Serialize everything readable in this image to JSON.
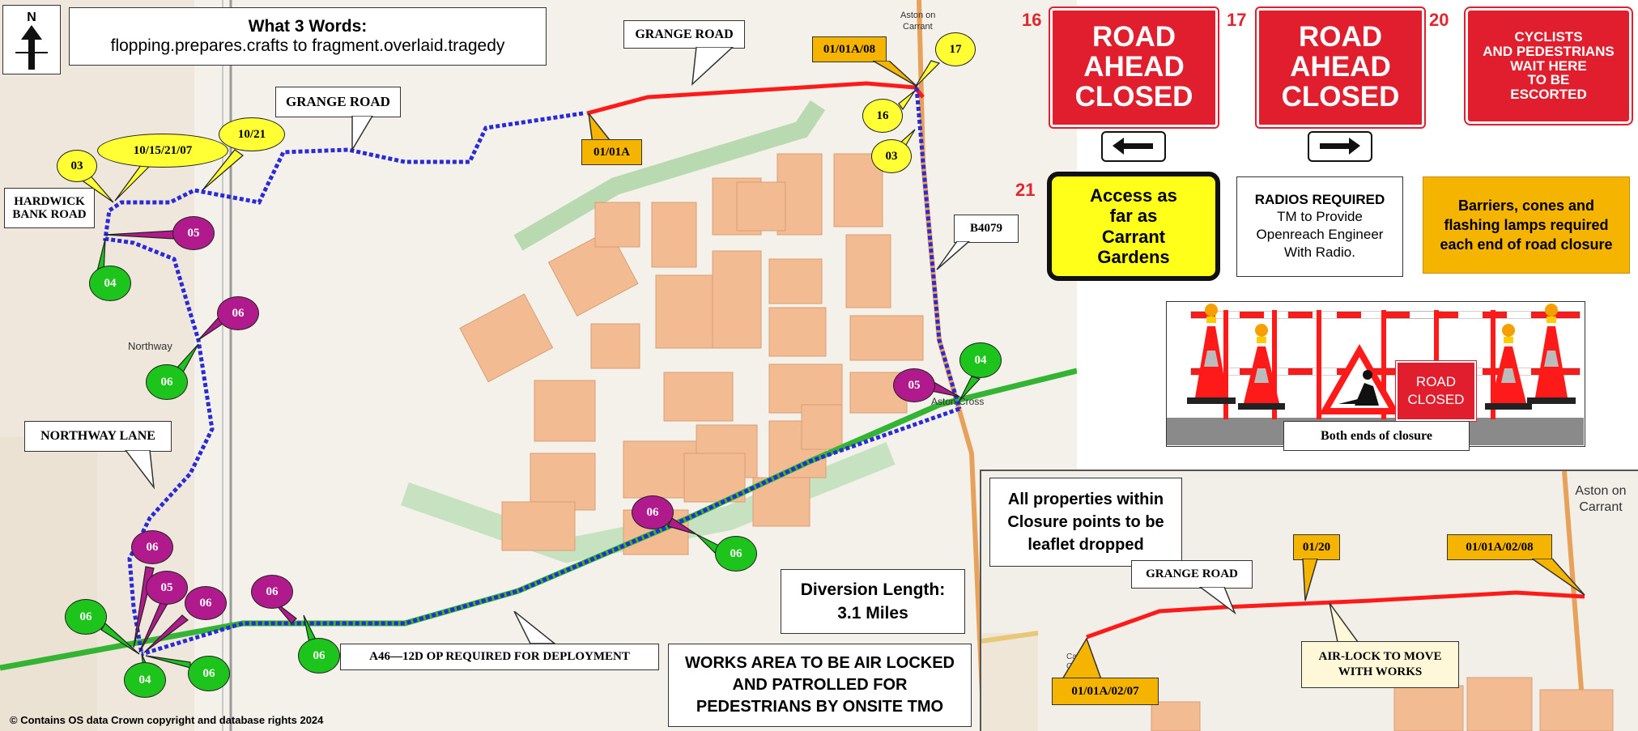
{
  "north_label": "N",
  "what3words": {
    "title": "What 3 Words:",
    "text": "flopping.prepares.crafts to fragment.overlaid.tragedy"
  },
  "road_labels": {
    "grange_road_1": "GRANGE ROAD",
    "grange_road_2": "GRANGE ROAD",
    "hardwick": "HARDWICK\nBANK ROAD",
    "northway_lane": "NORTHWAY LANE",
    "b4079": "B4079",
    "a46": "A46—12D OP REQUIRED FOR DEPLOYMENT"
  },
  "place_labels": {
    "aston_on_carrant": "Aston on\nCarrant",
    "northway": "Northway",
    "aston_cross": "Aston Cross",
    "carrant_gardens": "Carrant\nGardens"
  },
  "sign_codes": {
    "c1": "01/01A/08",
    "c2": "01/01A"
  },
  "markers": {
    "y17": "17",
    "y16": "16",
    "y03a": "03",
    "y03b": "03",
    "y101521": "10/15/21/07",
    "y1021": "10/21",
    "m05a": "05",
    "m06a": "06",
    "m05b": "05",
    "m06b": "06",
    "m06c": "06",
    "m05c": "05",
    "m06d": "06",
    "m06e": "06",
    "g04a": "04",
    "g06a": "06",
    "g04b": "04",
    "g06b": "06",
    "g06c": "06",
    "g04c": "04",
    "g06d": "06",
    "g06e": "06"
  },
  "signs": {
    "n16": "16",
    "n17": "17",
    "n20": "20",
    "n21": "21",
    "road_closed_left": "ROAD\nAHEAD\nCLOSED",
    "road_closed_right": "ROAD\nAHEAD\nCLOSED",
    "cyclists": "CYCLISTS\nAND PEDESTRIANS\nWAIT HERE\nTO BE\nESCORTED",
    "access": "Access as\nfar as\nCarrant\nGardens"
  },
  "notes": {
    "radios_title": "RADIOS REQUIRED",
    "radios_body": "TM to Provide\nOpenreach Engineer\nWith Radio.",
    "barriers": "Barriers, cones and\nflashing lamps required\neach end of road closure",
    "both_ends": "Both ends of closure",
    "road_closed_small": "ROAD\nCLOSED",
    "diversion": "Diversion Length:\n3.1 Miles",
    "works_area": "WORKS AREA TO BE AIR LOCKED\nAND PATROLLED FOR\nPEDESTRIANS BY ONSITE TMO",
    "copyright": "© Contains OS data Crown copyright and database rights 2024"
  },
  "inset": {
    "properties": "All properties within\nClosure points to be\nleaflet dropped",
    "grange_road": "GRANGE ROAD",
    "code_0120": "01/20",
    "code_east": "01/01A/02/08",
    "code_west": "01/01A/02/07",
    "airlock": "AIR-LOCK TO MOVE\nWITH WORKS",
    "aston": "Aston on\nCarrant"
  },
  "colors": {
    "closure_red": "#ff1a1a",
    "diversion_blue": "#2a2ad6",
    "marker_yellow": "#ffff33",
    "marker_magenta": "#b01a8c",
    "marker_green": "#1cc41c",
    "code_orange": "#f5b400"
  }
}
